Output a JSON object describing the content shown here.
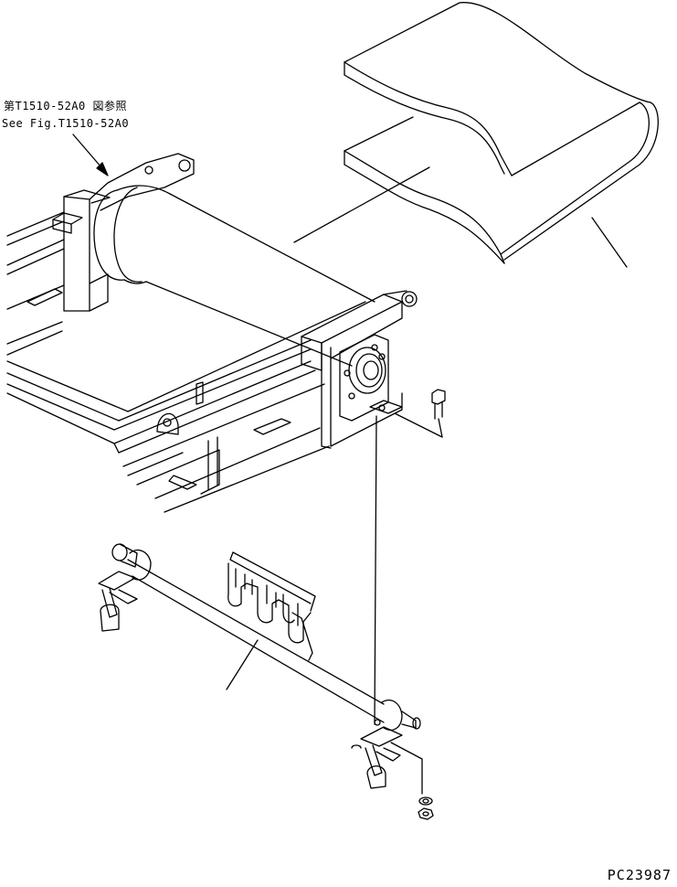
{
  "references": {
    "japanese": "第T1510-52A0 図参照",
    "english": "See Fig.T1510-52A0"
  },
  "drawing_id": "PC23987",
  "icons": {
    "belt": "conveyor-belt-part",
    "frame": "conveyor-frame-with-drum-roller",
    "bolt": "hex-bolt-part",
    "cleaner": "belt-cleaner-scraper-assembly",
    "washer": "washer-part",
    "nut": "hex-nut-part"
  }
}
